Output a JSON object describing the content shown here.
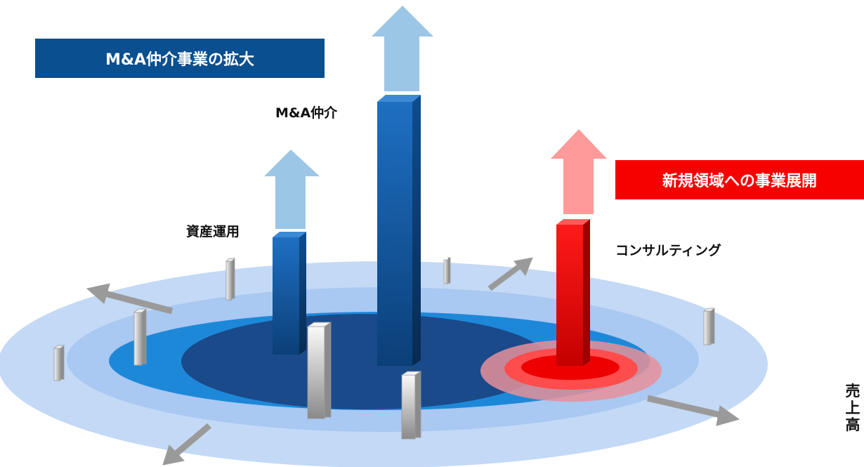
{
  "banners": {
    "ma_expansion": "M&A仲介事業の拡大",
    "new_domain": "新規領域への事業展開"
  },
  "labels": {
    "ma_brokerage": "M&A仲介",
    "asset_management": "資産運用",
    "consulting": "コンサルティング"
  },
  "side_label": "売上高",
  "colors": {
    "navy_banner": "#0a4f8f",
    "red_banner": "#f70000",
    "blue_bar": "#0f5fb0",
    "red_bar": "#ee0000",
    "light_arrow_blue": "#9cc6e6",
    "light_arrow_red": "#ff9a9a"
  }
}
